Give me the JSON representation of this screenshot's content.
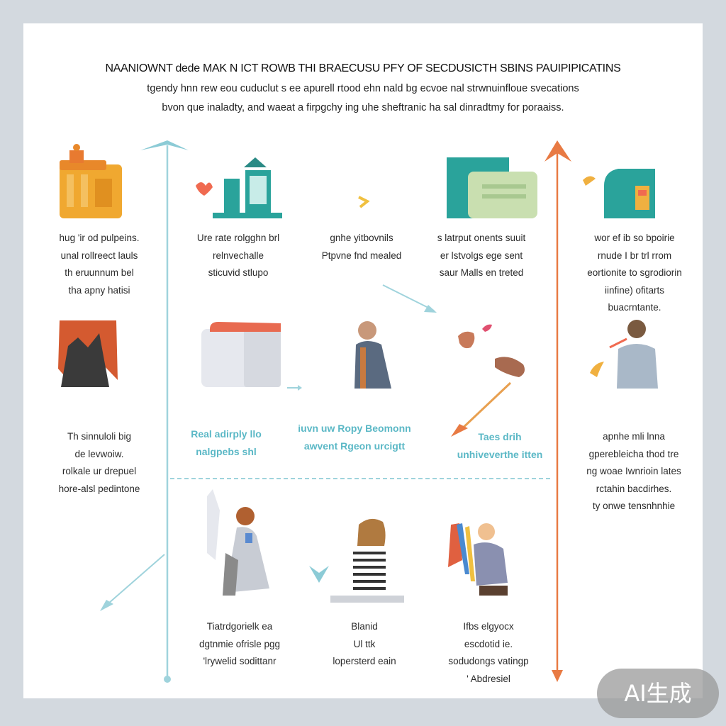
{
  "title": {
    "line1": "NAANIOWNT dede MAK N ICT ROWB THI BRAECUSU PFY OF SECDUSICTH SBINS PAUIPIPICATINS",
    "line2": "tgendy hnn rew eou cuduclut s ee apurell rtood ehn nald bg ecvoe nal strwnuinfloue svecations",
    "line3": "bvon que inaladty,    and waeat a firpgchy ing uhe sheftranic ha sal dinradtmy for poraaiss."
  },
  "captions": {
    "c1": [
      "hug 'ir od pulpeins.",
      "unal rollreect lauls",
      "th eruunnum bel",
      "tha apny hatisi"
    ],
    "c2": [
      "Ure rate rolgghn brl",
      "relnvechalle",
      "sticuvid stlupo"
    ],
    "c3": [
      "gnhe yitbovnils",
      "Ptpvne fnd mealed"
    ],
    "c4": [
      "s latrput onents suuit",
      "er lstvolgs ege sent",
      "saur Malls en treted"
    ],
    "c5": [
      "wor ef ib so bpoirie",
      "rnude I br trl rrom",
      "eortionite to sgrodiorin",
      "iinfine) ofitarts",
      "buacrntante."
    ],
    "c6": [
      "Th sinnuloli big",
      "de levwoiw.",
      "rolkale ur drepuel",
      "hore-alsl pedintone"
    ],
    "c7": [
      "apnhe mli lnna",
      "gperebleicha thod tre",
      "ng woae Iwnrioin lates",
      "rctahin bacdirhes.",
      "ty onwe tensnhnhie"
    ],
    "c8": [
      "Tiatrdgorielk ea",
      "dgtnmie ofrisle pgg",
      "'lrywelid sodittanr"
    ],
    "c9": [
      "Blanid",
      "Ul ttk",
      "lopersterd eain"
    ],
    "c10": [
      "Ifbs elgyocx",
      "escdotid ie.",
      "sodudongs vatingp",
      "' Abdresiel"
    ]
  },
  "teal_labels": {
    "t1": [
      "Real adirply llo",
      "nalgpebs shl"
    ],
    "t2": [
      "iuvn uw Ropy Beomonn",
      "awvent Rgeon urcigtt"
    ],
    "t3": [
      "Taes drih",
      "unhiveverthe itten"
    ]
  },
  "badge": "AI生成",
  "colors": {
    "background": "#d3d9df",
    "card": "#ffffff",
    "teal": "#5bb8c6",
    "orange": "#e87a43",
    "text": "#2b2b2b"
  },
  "icons": [
    "castle-icon",
    "house-chart-icon",
    "monitor-icon",
    "computer-icon",
    "cliff-icon",
    "box-icon",
    "man-icon",
    "shoes-icon",
    "person-back-icon",
    "climber-icon",
    "woman-icon",
    "person-sitting-icon"
  ]
}
